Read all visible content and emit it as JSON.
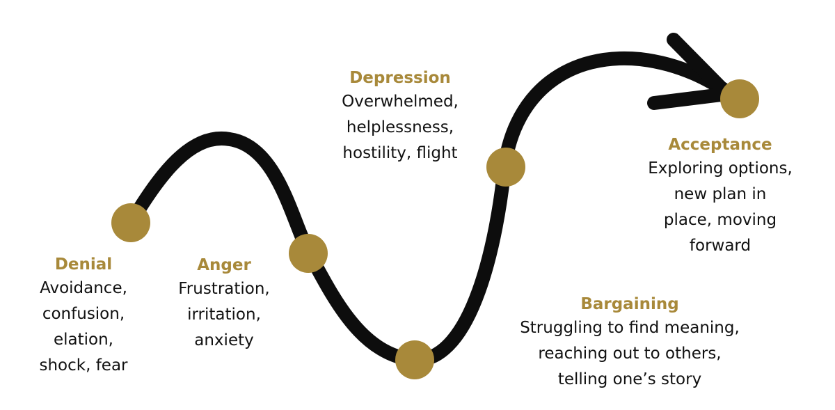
{
  "colors": {
    "accent": "#a8893a",
    "curve": "#0d0d0d",
    "text": "#111111"
  },
  "stages": {
    "denial": {
      "title": "Denial",
      "lines": [
        "Avoidance,",
        "confusion,",
        "elation,",
        "shock, fear"
      ]
    },
    "anger": {
      "title": "Anger",
      "lines": [
        "Frustration,",
        "irritation,",
        "anxiety"
      ]
    },
    "depression": {
      "title": "Depression",
      "lines": [
        "Overwhelmed,",
        "helplessness,",
        "hostility, flight"
      ]
    },
    "bargaining": {
      "title": "Bargaining",
      "lines": [
        "Struggling to find meaning,",
        "reaching out to others,",
        "telling one’s story"
      ]
    },
    "acceptance": {
      "title": "Acceptance",
      "lines": [
        "Exploring options,",
        "new plan in",
        "place, moving",
        "forward"
      ]
    }
  }
}
